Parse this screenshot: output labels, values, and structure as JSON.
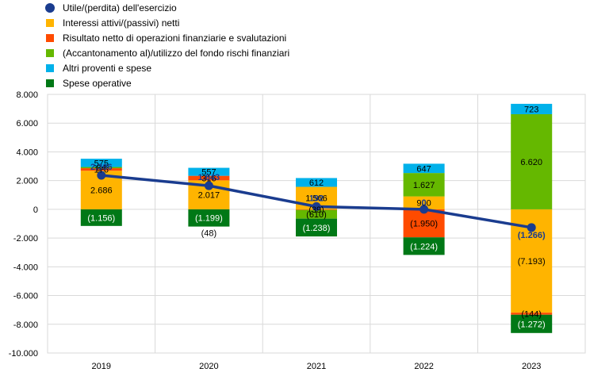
{
  "chart_data": {
    "type": "bar",
    "stacked": true,
    "categories": [
      "2019",
      "2020",
      "2021",
      "2022",
      "2023"
    ],
    "ylim": [
      -10000,
      8000
    ],
    "yticks": [
      8000,
      6000,
      4000,
      2000,
      0,
      -2000,
      -4000,
      -6000,
      -8000,
      -10000
    ],
    "ytick_labels": [
      "8.000",
      "6.000",
      "4.000",
      "2.000",
      "0",
      "-2.000",
      "-4.000",
      "-6.000",
      "-8.000",
      "-10.000"
    ],
    "grid": true,
    "legend_position": "top-left",
    "series": [
      {
        "name": "Utile/(perdita) dell'esercizio",
        "kind": "line",
        "color": "#1a3c8f",
        "values": [
          2366,
          1643,
          192,
          0,
          -1266
        ],
        "labels": [
          "2.366",
          "1.643",
          "192",
          "0",
          "(1.266)"
        ]
      },
      {
        "name": "Interessi attivi/(passivi) netti",
        "color": "#ffb400",
        "values": [
          2686,
          2017,
          1566,
          900,
          -7193
        ],
        "labels": [
          "2.686",
          "2.017",
          "1.566",
          "900",
          "(7.193)"
        ]
      },
      {
        "name": "Risultato netto di operazioni finanziarie e svalutazioni",
        "color": "#ff4b00",
        "values": [
          176,
          316,
          -39,
          -1950,
          -144
        ],
        "labels": [
          "176",
          "316",
          "(39)",
          "(1.950)",
          "(144)"
        ]
      },
      {
        "name": "(Accantonamento al)/utilizzo del fondo rischi finanziari",
        "color": "#65b800",
        "values": [
          84,
          0,
          -610,
          1627,
          6620
        ],
        "labels": [
          "84",
          "",
          "(610)",
          "1.627",
          "6.620"
        ]
      },
      {
        "name": "Altri proventi e spese",
        "color": "#00b1ea",
        "values": [
          575,
          557,
          612,
          647,
          723
        ],
        "labels": [
          "575",
          "557",
          "612",
          "647",
          "723"
        ]
      },
      {
        "name": "Spese operative",
        "color": "#007816",
        "values": [
          -1156,
          -1199,
          -1238,
          -1224,
          -1272
        ],
        "labels": [
          "(1.156)",
          "(1.199)",
          "(1.238)",
          "(1.224)",
          "(1.272)"
        ]
      }
    ],
    "extra_labels": [
      {
        "category": "2020",
        "text": "(48)"
      }
    ]
  }
}
